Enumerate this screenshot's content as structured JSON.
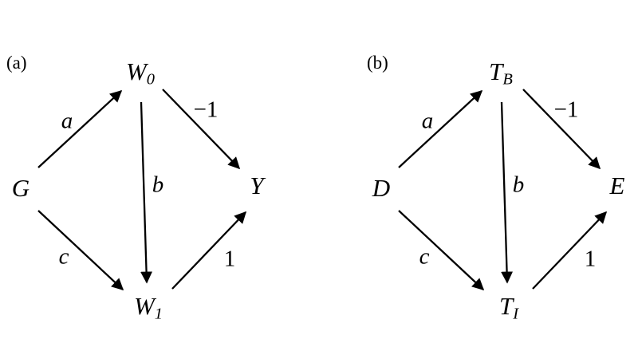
{
  "figure": {
    "background_color": "#ffffff",
    "ink_color": "#000000"
  },
  "diagrams": [
    {
      "tag": "(a)",
      "nodes": {
        "top": {
          "main": "W",
          "sub": "0"
        },
        "left": {
          "main": "G",
          "sub": ""
        },
        "right": {
          "main": "Y",
          "sub": ""
        },
        "bottom": {
          "main": "W",
          "sub": "1"
        }
      },
      "edges": {
        "left_to_top": "a",
        "top_to_right": "−1",
        "top_to_bottom": "b",
        "left_to_bottom": "c",
        "bottom_to_right": "1"
      }
    },
    {
      "tag": "(b)",
      "nodes": {
        "top": {
          "main": "T",
          "sub": "B"
        },
        "left": {
          "main": "D",
          "sub": ""
        },
        "right": {
          "main": "E",
          "sub": ""
        },
        "bottom": {
          "main": "T",
          "sub": "I"
        }
      },
      "edges": {
        "left_to_top": "a",
        "top_to_right": "−1",
        "top_to_bottom": "b",
        "left_to_bottom": "c",
        "bottom_to_right": "1"
      }
    }
  ]
}
